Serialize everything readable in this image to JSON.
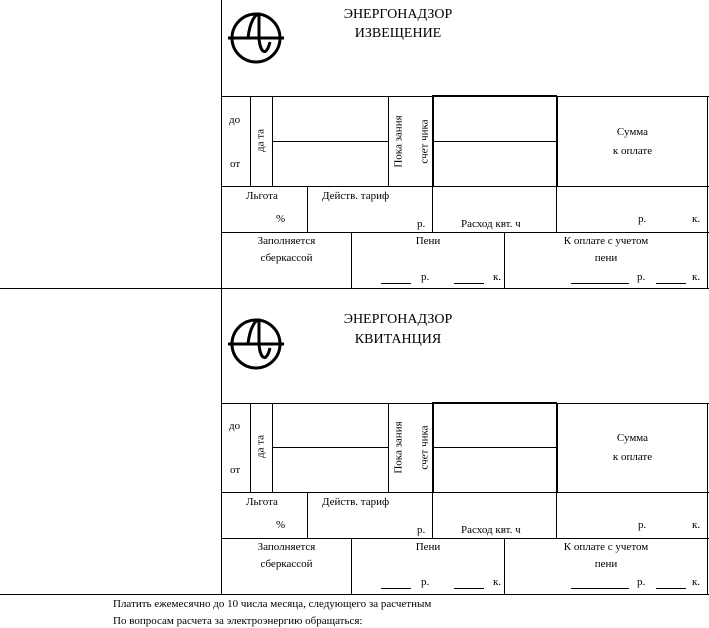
{
  "notice": {
    "org": "ЭНЕРГОНАДЗОР",
    "title": "ИЗВЕЩЕНИЕ"
  },
  "receipt": {
    "org": "ЭНЕРГОНАДЗОР",
    "title": "КВИТАНЦИЯ"
  },
  "form": {
    "do": "до",
    "ot": "от",
    "date": "да та",
    "meter_a": "Пока зания",
    "meter_b": "счет чика",
    "sum_line1": "Сумма",
    "sum_line2": "к оплате",
    "benefit": "Льгота",
    "percent": "%",
    "tariff": "Действ. тариф",
    "rub": "р.",
    "kop": "к.",
    "consumption": "Расход квт. ч",
    "filled_line1": "Заполняется",
    "filled_line2": "сберкассой",
    "penalty": "Пени",
    "total_line1": "К оплате с учетом",
    "total_line2": "пени"
  },
  "footer": {
    "line1": "Платить ежемесячно до 10 числа месяца, следующего за расчетным",
    "line2": "По вопросам расчета за электроэнергию обращаться:"
  }
}
